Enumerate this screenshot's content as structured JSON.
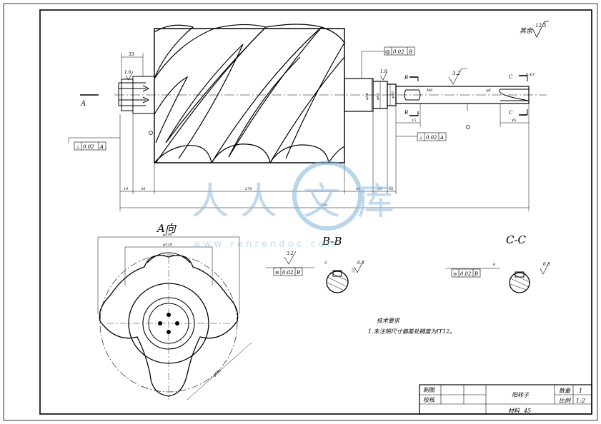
{
  "surface_roughness_note": {
    "label": "其余",
    "value": "12.5"
  },
  "dims_main": {
    "top_left": "33",
    "small_16_left": "1.6",
    "bottom_row": [
      "19",
      "34",
      "270",
      "44",
      "30",
      "35"
    ],
    "overall_length": "758",
    "dia_58": "φ58",
    "dia_45": "φ45",
    "dia_40": "φ40",
    "small_16_right": "1.6",
    "roughness_32": "3.2",
    "chamfer": "0.45°",
    "keyway_len_left": "15",
    "keyway_len_right": "45",
    "m_left": "M8",
    "phi_small": "φ8"
  },
  "tolerance_frames": {
    "left": {
      "symbol": "⊥",
      "value": "0.02",
      "datum": "A"
    },
    "top_right": {
      "symbol": "◎",
      "value": "0.02",
      "datum": "B"
    },
    "right": {
      "symbol": "⊥",
      "value": "0.02",
      "datum": "A"
    },
    "bb": {
      "symbol": "≡",
      "value": "0.02",
      "datum": "B"
    },
    "cc": {
      "symbol": "≡",
      "value": "0.02",
      "datum": "B"
    }
  },
  "section_marks": {
    "a": "A",
    "b": "B",
    "c": "C"
  },
  "view_a": {
    "title": "A向",
    "dia_outer": "φ200",
    "dia_inner": "φ128",
    "diag": "φ180"
  },
  "section_bb": {
    "title": "B-B",
    "roughness": "3.2",
    "dim_top": "5",
    "dim_side": "22",
    "roughness_right": "6.3"
  },
  "section_cc": {
    "title": "C-C",
    "roughness": "6.3",
    "dim_top": "6"
  },
  "tech_requirements": {
    "title": "技术要求",
    "item1": "1.未注明尺寸偏差处精度为IT12。"
  },
  "title_block": {
    "drawn": "制图",
    "checked": "校核",
    "part_name": "阳转子",
    "qty_label": "数量",
    "qty_value": "1",
    "scale_label": "比例",
    "scale_value": "1:2",
    "material_label": "材料",
    "material_value": "45"
  },
  "watermark": {
    "chars": [
      "人",
      "人",
      "文",
      "库"
    ],
    "url": "w w w . r e n r e n d o c . c o m"
  }
}
